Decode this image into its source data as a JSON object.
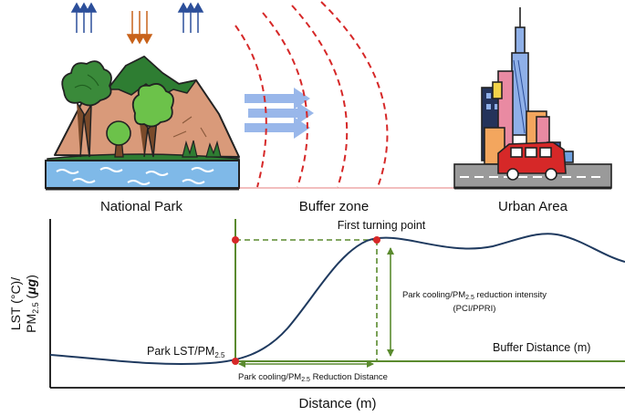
{
  "labels": {
    "national_park": "National Park",
    "buffer_zone": "Buffer zone",
    "urban_area": "Urban Area",
    "first_turning_point": "First turning point",
    "park_lst_pm_main": "Park LST/PM",
    "park_lst_pm_sub": "2.5",
    "buffer_distance": "Buffer Distance (m)",
    "intensity_line1_pre": "Park cooling/PM",
    "intensity_line1_sub": "2.5",
    "intensity_line1_post": " reduction intensity",
    "intensity_line2": "(PCI/PPRI)",
    "distance_label_pre": "Park cooling/PM",
    "distance_label_sub": "2.5",
    "distance_label_post": " Reduction Distance",
    "x_axis_title": "Distance (m)",
    "y_axis_line1": "LST (°C)/",
    "y_axis_line2_pre": "PM",
    "y_axis_line2_sub": "2.5",
    "y_axis_line2_post": " (",
    "y_axis_unit": "μg",
    "y_axis_close": ")"
  },
  "colors": {
    "guide_green": "#5a8a2e",
    "curve": "#1f3a5f",
    "marker_red": "#d62828",
    "dashed_red": "#d62828",
    "arrow_up_blue": "#2c4f9a",
    "arrow_down_orange": "#c8621a",
    "wind_arrow": "#8fb0e8",
    "water": "#7fb9e8",
    "mountain": "#d99a7a",
    "grass": "#2e7d32"
  },
  "icons": [
    "heat-arrows-up-icon",
    "heat-arrows-down-icon",
    "park-landscape-icon",
    "cooling-wind-icon",
    "city-skyline-icon",
    "red-car-icon"
  ]
}
